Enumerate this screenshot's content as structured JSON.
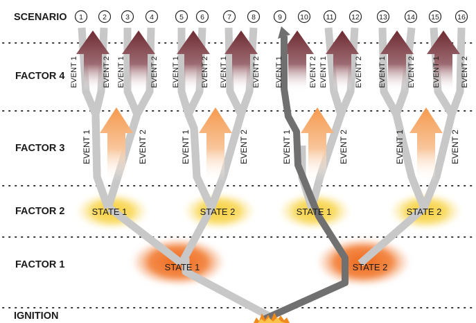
{
  "rows": {
    "scenario": "SCENARIO",
    "factor4": "FACTOR 4",
    "factor3": "FACTOR 3",
    "factor2": "FACTOR 2",
    "factor1": "FACTOR 1",
    "ignition": "IGNITION"
  },
  "scenarios": [
    "1",
    "2",
    "3",
    "4",
    "5",
    "6",
    "7",
    "8",
    "9",
    "10",
    "11",
    "12",
    "13",
    "14",
    "15",
    "16"
  ],
  "events": {
    "event1": "EVENT 1",
    "event2": "EVENT 2"
  },
  "factor2_states": [
    "STATE 1",
    "STATE 2",
    "STATE 1",
    "STATE 2"
  ],
  "factor1_states": [
    "STATE 1",
    "STATE 2"
  ],
  "highlighted_scenario": "9",
  "colors": {
    "branch": "#c8c8c8",
    "highlight_path": "#707070",
    "factor4_arrow": "#6e2b32",
    "factor3_arrow": "#f59a4f",
    "factor2_glow": "#f7cf3e",
    "factor1_glow": "#ef6a1e",
    "fire": "#f08a1c"
  }
}
